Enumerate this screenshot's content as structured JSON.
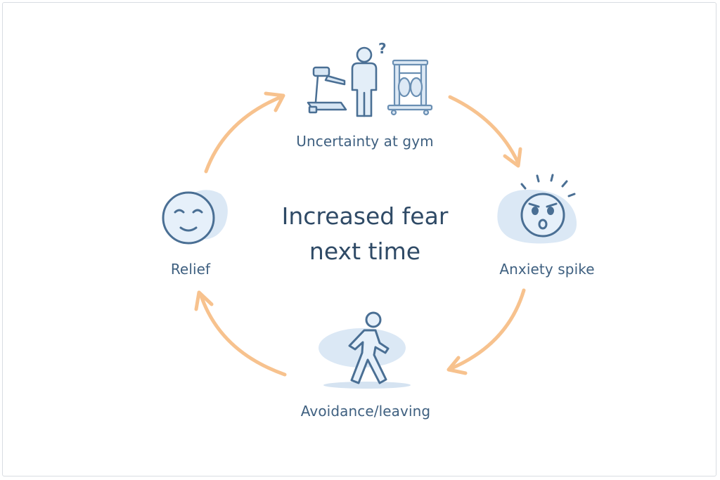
{
  "center": {
    "line1": "Increased fear",
    "line2": "next time"
  },
  "stages": {
    "top": {
      "label": "Uncertainty at gym",
      "icons": [
        "treadmill-icon",
        "person-question-icon",
        "weight-machine-icon"
      ]
    },
    "right": {
      "label": "Anxiety spike",
      "icons": [
        "anxious-face-icon"
      ]
    },
    "bottom": {
      "label": "Avoidance/leaving",
      "icons": [
        "walking-person-icon"
      ]
    },
    "left": {
      "label": "Relief",
      "icons": [
        "relieved-face-icon"
      ]
    }
  },
  "question_mark": "?",
  "colors": {
    "arrow": "#f7c28e",
    "icon_stroke": "#4a6f94",
    "icon_fill": "#d7e6f4",
    "label": "#3f6080",
    "center_text": "#2f4a66"
  }
}
